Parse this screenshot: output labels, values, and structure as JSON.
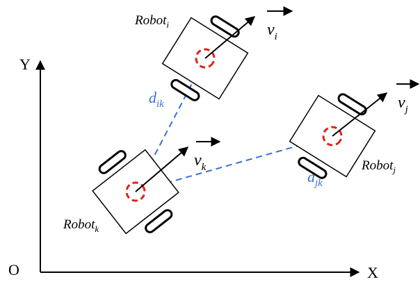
{
  "axes": {
    "origin_label": "O",
    "x_label": "X",
    "y_label": "Y"
  },
  "robots": [
    {
      "name": "Robot",
      "sub": "i",
      "vel": "v",
      "vel_sub": "i"
    },
    {
      "name": "Robot",
      "sub": "j",
      "vel": "v",
      "vel_sub": "j"
    },
    {
      "name": "Robot",
      "sub": "k",
      "vel": "v",
      "vel_sub": "k"
    }
  ],
  "distances": [
    {
      "symbol": "d",
      "sub": "ik"
    },
    {
      "symbol": "d",
      "sub": "jk"
    }
  ],
  "colors": {
    "center_marker": "#e0201a",
    "distance_line": "#3a6fd8",
    "ink": "#000000"
  }
}
